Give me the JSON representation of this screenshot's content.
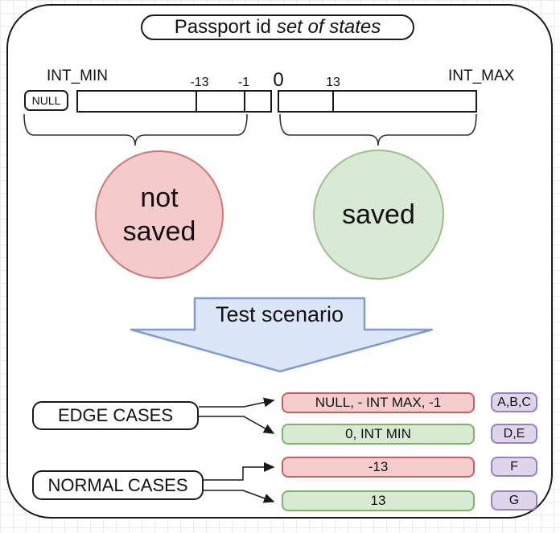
{
  "title": {
    "prefix": "Passport id",
    "italic": "set of states"
  },
  "number_line": {
    "null_label": "NULL",
    "labels": {
      "int_min": "INT_MIN",
      "neg13": "-13",
      "neg1": "-1",
      "zero": "0",
      "pos13": "13",
      "int_max": "INT_MAX"
    }
  },
  "states": {
    "not_saved_line1": "not",
    "not_saved_line2": "saved",
    "saved": "saved"
  },
  "arrow": {
    "label": "Test scenario"
  },
  "cases": {
    "edge_label": "EDGE CASES",
    "normal_label": "NORMAL CASES",
    "results": [
      {
        "text": "NULL, - INT MAX, -1",
        "color": "pink",
        "badge": "A,B,C"
      },
      {
        "text": "0, INT MIN",
        "color": "green",
        "badge": "D,E"
      },
      {
        "text": "-13",
        "color": "pink",
        "badge": "F"
      },
      {
        "text": "13",
        "color": "green",
        "badge": "G"
      }
    ]
  },
  "colors": {
    "pink_fill": "#f5caca",
    "pink_border": "#c4615e",
    "green_fill": "#d9ead3",
    "green_border": "#7fb36a",
    "purple_fill": "#ded5eb",
    "purple_border": "#9883c1",
    "blue_fill": "#dbe6f7",
    "blue_border": "#7f9bd1",
    "outline": "#1a1a1a"
  }
}
